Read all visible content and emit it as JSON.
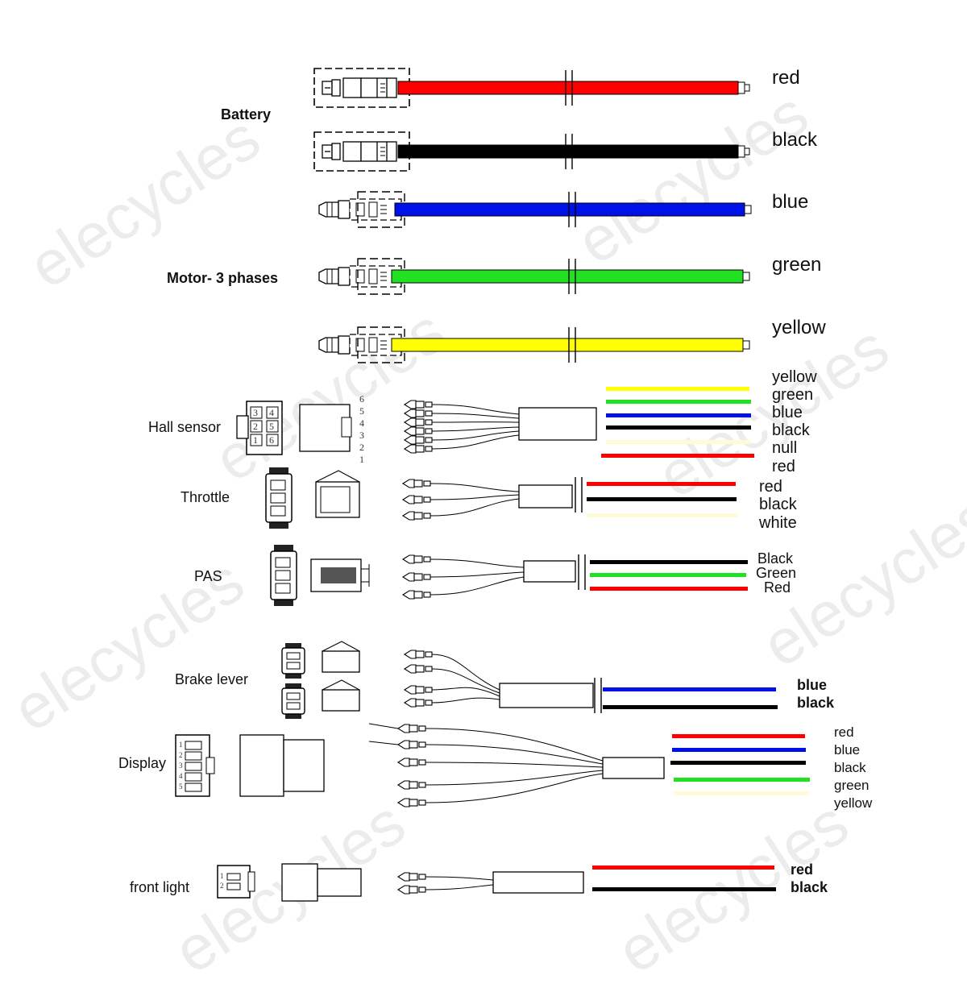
{
  "watermark": "elecycles",
  "colors": {
    "red": "#ff0000",
    "black": "#000000",
    "blue": "#0010e8",
    "green": "#22e022",
    "yellow": "#ffff00",
    "cream": "#fffad8"
  },
  "sections": {
    "battery": {
      "label": "Battery",
      "wires": [
        "red",
        "black"
      ]
    },
    "motor": {
      "label": "Motor- 3 phases",
      "wires": [
        "blue",
        "green",
        "yellow"
      ]
    },
    "hall": {
      "label": "Hall sensor",
      "pins": [
        "6",
        "5",
        "4",
        "3",
        "2",
        "1"
      ],
      "socket_pins": [
        "3",
        "4",
        "2",
        "5",
        "1",
        "6"
      ],
      "wires": [
        "yellow",
        "green",
        "blue",
        "black",
        "null",
        "red"
      ]
    },
    "throttle": {
      "label": "Throttle",
      "wires": [
        "red",
        "black",
        "white"
      ]
    },
    "pas": {
      "label": "PAS",
      "wires": [
        "Black",
        "Green",
        "Red"
      ]
    },
    "brake": {
      "label": "Brake lever",
      "wires": [
        "blue",
        "black"
      ]
    },
    "display": {
      "label": "Display",
      "pins": [
        "1",
        "2",
        "3",
        "4",
        "5"
      ],
      "wires": [
        "red",
        "blue",
        "black",
        "green",
        "yellow"
      ]
    },
    "front_light": {
      "label": "front light",
      "pins": [
        "1",
        "2"
      ],
      "wires": [
        "red",
        "black"
      ]
    }
  }
}
